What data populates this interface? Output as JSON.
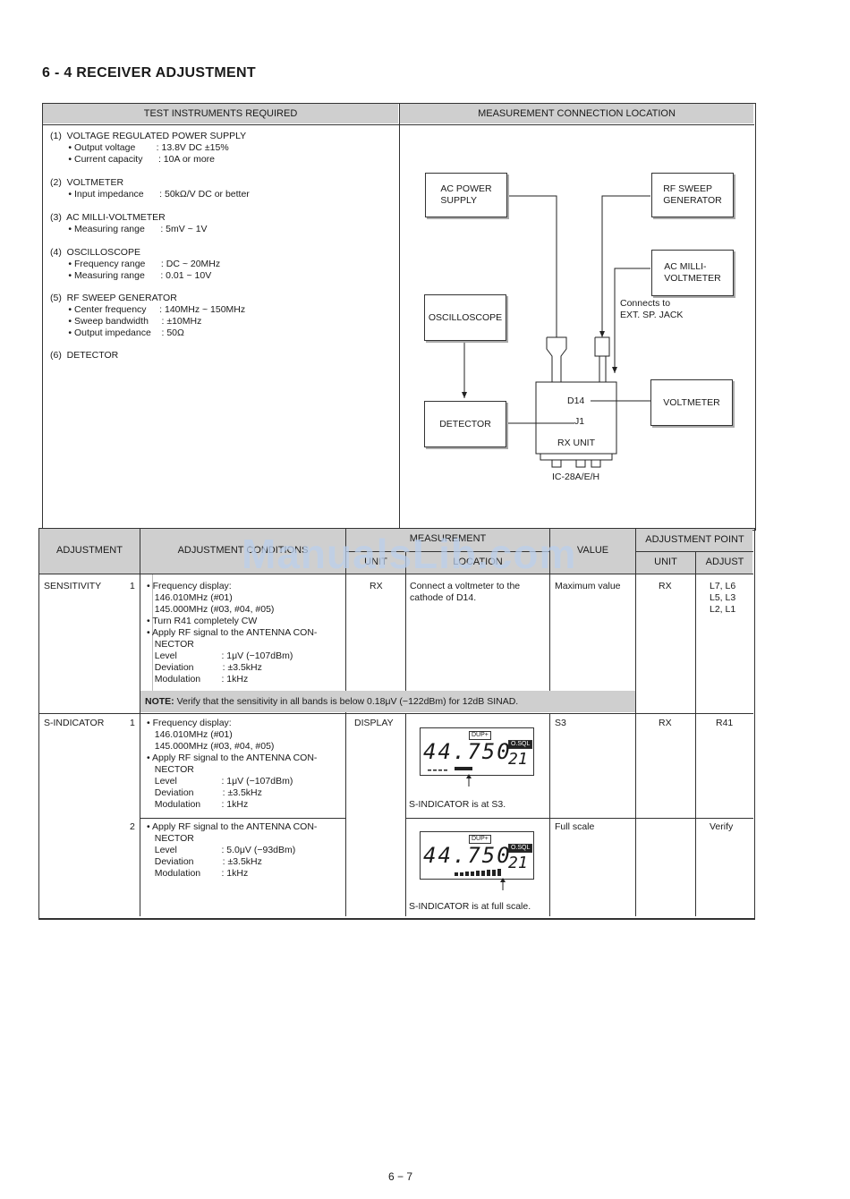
{
  "section_title": "6 - 4  RECEIVER ADJUSTMENT",
  "watermark": "ManualsLib.com",
  "instruments": {
    "header_left": "TEST INSTRUMENTS REQUIRED",
    "header_right": "MEASUREMENT CONNECTION LOCATION",
    "items": [
      "(1)  VOLTAGE REGULATED POWER SUPPLY\n       • Output voltage        : 13.8V DC ±15%\n       • Current capacity      : 10A or more",
      "(2)  VOLTMETER\n       • Input impedance      : 50kΩ/V DC or better",
      "(3)  AC MILLI-VOLTMETER\n       • Measuring range      : 5mV ~ 1V",
      "(4)  OSCILLOSCOPE\n       • Frequency range      : DC ~ 20MHz\n       • Measuring range      : 0.01 ~ 10V",
      "(5)  RF SWEEP GENERATOR\n       • Center frequency     : 140MHz ~ 150MHz\n       • Sweep bandwidth     : ±10MHz\n       • Output impedance    : 50Ω",
      "(6)  DETECTOR"
    ]
  },
  "diagram": {
    "ac_power": "AC POWER\nSUPPLY",
    "rf_sweep": "RF SWEEP\nGENERATOR",
    "ac_milli": "AC MILLI-\nVOLTMETER",
    "connects": "Connects to\nEXT. SP. JACK",
    "oscilloscope": "OSCILLOSCOPE",
    "detector": "DETECTOR",
    "voltmeter": "VOLTMETER",
    "d14": "D14",
    "j1": "J1",
    "rx_unit": "RX UNIT",
    "model": "IC-28A/E/H"
  },
  "table": {
    "h_adjustment": "ADJUSTMENT",
    "h_conditions": "ADJUSTMENT CONDITIONS",
    "h_measurement": "MEASUREMENT",
    "h_unit": "UNIT",
    "h_location": "LOCATION",
    "h_value": "VALUE",
    "h_adjpoint": "ADJUSTMENT POINT",
    "h_ap_unit": "UNIT",
    "h_ap_adjust": "ADJUST",
    "sens_name": "SENSITIVITY",
    "sens_step": "1",
    "sens_cond": "• Frequency display:\n   146.010MHz (#01)\n   145.000MHz (#03, #04, #05)\n• Turn R41 completely CW\n• Apply RF signal to the ANTENNA CON-\n   NECTOR\n   Level                 : 1μV (−107dBm)\n   Deviation           : ±3.5kHz\n   Modulation        : 1kHz",
    "sens_munit": "RX",
    "sens_loc": "Connect a voltmeter to the\ncathode of D14.",
    "sens_value": "Maximum value",
    "sens_apunit": "RX",
    "sens_adjust": "L7, L6\nL5, L3\nL2, L1",
    "note_label": "NOTE:",
    "note_text": " Verify that the sensitivity in all bands is below 0.18μV (−122dBm) for 12dB SINAD.",
    "sind_name": "S-INDICATOR",
    "sind_step1": "1",
    "sind_cond1": "• Frequency display:\n   146.010MHz (#01)\n   145.000MHz (#03, #04, #05)\n• Apply RF signal to the ANTENNA CON-\n   NECTOR\n   Level                 : 1μV (−107dBm)\n   Deviation           : ±3.5kHz\n   Modulation        : 1kHz",
    "sind_munit": "DISPLAY",
    "sind_loc1": "S-INDICATOR is at S3.",
    "sind_value1": "S3",
    "sind_apunit": "RX",
    "sind_adjust1": "R41",
    "sind_step2": "2",
    "sind_cond2": "• Apply RF signal to the ANTENNA CON-\n   NECTOR\n   Level                 : 5.0μV (−93dBm)\n   Deviation           : ±3.5kHz\n   Modulation        : 1kHz",
    "sind_loc2": "S-INDICATOR is at full scale.",
    "sind_value2": "Full scale",
    "sind_adjust2": "Verify",
    "lcd_digits": "44.750",
    "lcd_channel": "21",
    "lcd_tag_dup": "DUP+",
    "lcd_tag_osql": "O.SQL"
  },
  "page_number": "6 − 7"
}
